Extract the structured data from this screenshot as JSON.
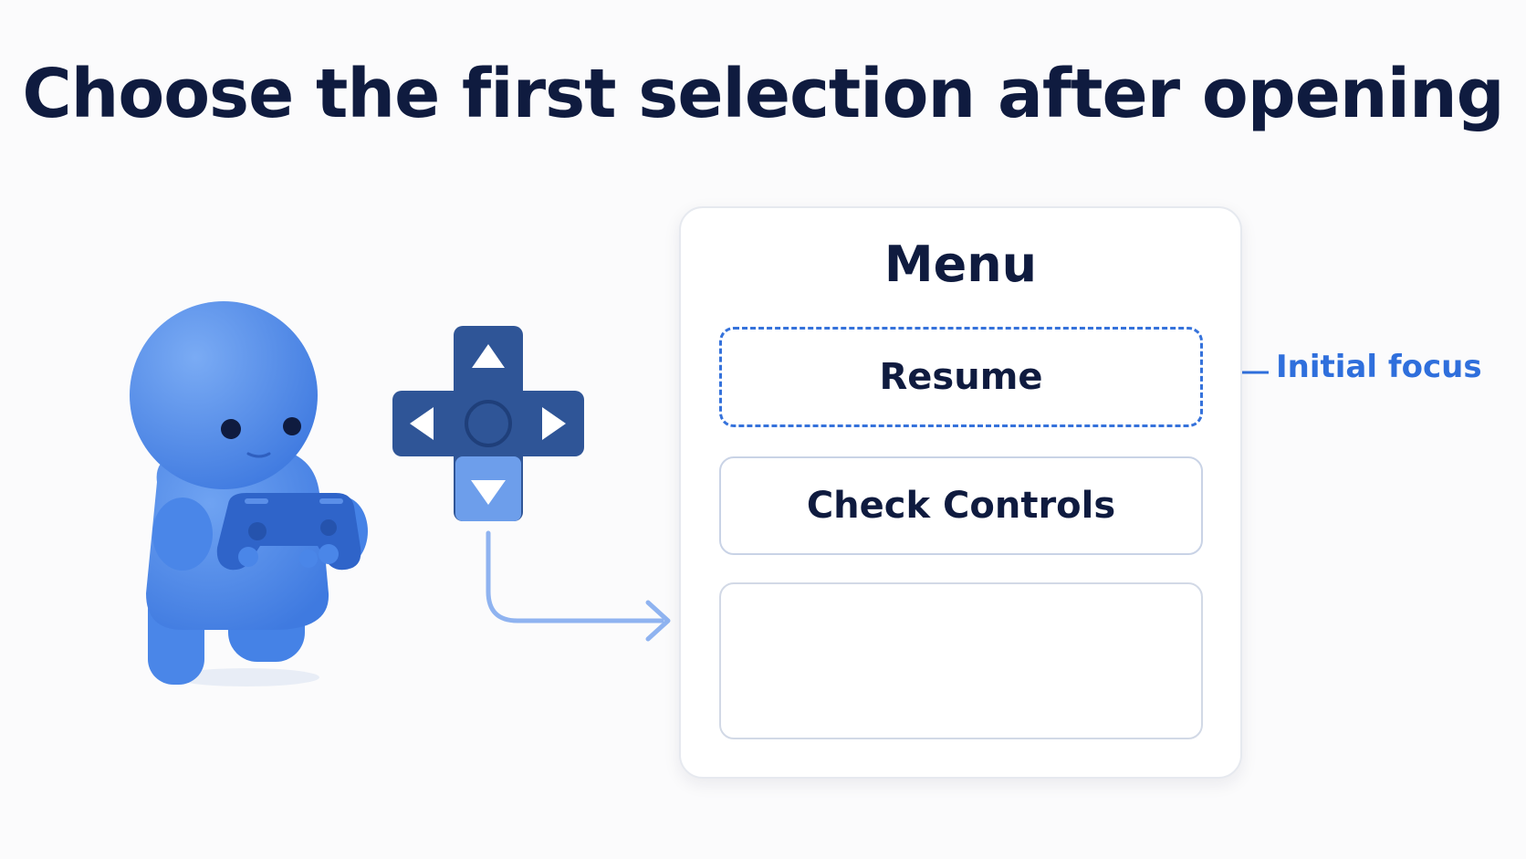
{
  "title": "Choose the first selection after opening",
  "menu": {
    "title": "Menu",
    "items": [
      {
        "label": "Resume",
        "state": "initial-focus"
      },
      {
        "label": "Check Controls"
      },
      {
        "label": ""
      }
    ]
  },
  "annotation": {
    "label": "Initial focus"
  },
  "colors": {
    "title": "#0f1b3f",
    "accent": "#2f6fdc",
    "character": "#4a86e8",
    "dpad": "#2f5597",
    "dpad_down_highlight": "#6d9eeb",
    "path_arrow": "#8fb3f0"
  },
  "icons": {
    "character": "gamer-figure-icon",
    "dpad": "dpad-icon",
    "dpad_up": "triangle-up-icon",
    "dpad_down": "triangle-down-icon",
    "dpad_left": "triangle-left-icon",
    "dpad_right": "triangle-right-icon"
  }
}
